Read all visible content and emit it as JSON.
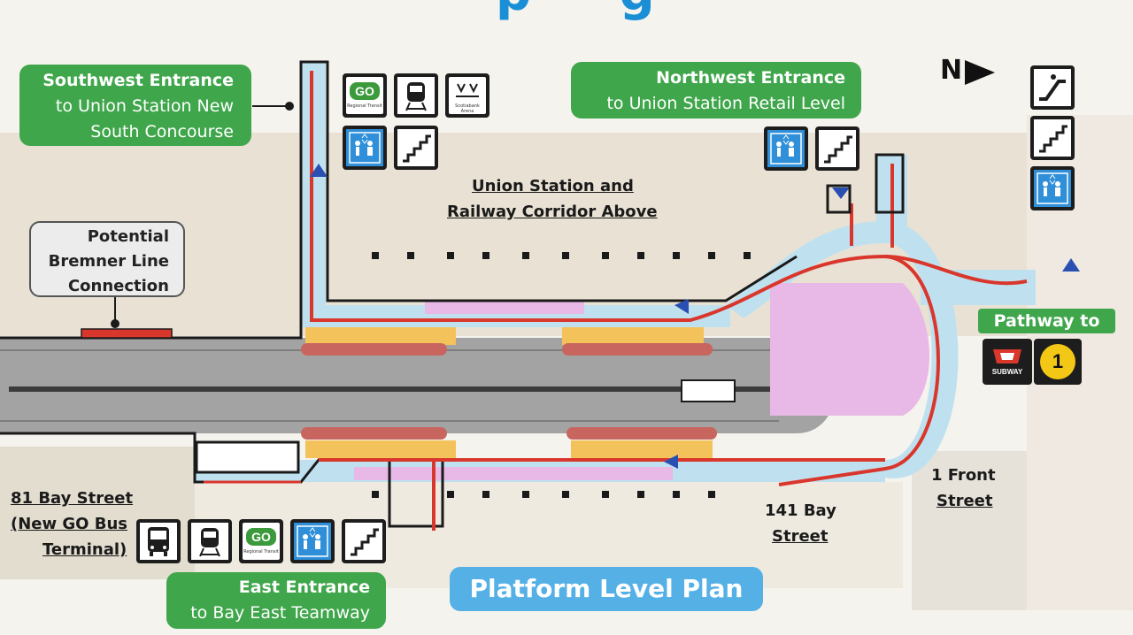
{
  "title_partial": "p  g",
  "callouts": {
    "southwest": {
      "line1": "Southwest Entrance",
      "line2": "to Union Station New",
      "line3": "South Concourse"
    },
    "northwest": {
      "line1": "Northwest Entrance",
      "line2": "to Union Station Retail Level"
    },
    "east": {
      "line1": "East Entrance",
      "line2": "to Bay East Teamway"
    },
    "pathway": {
      "line1": "Pathway to"
    },
    "platform_plan": {
      "line1": "Platform Level Plan"
    }
  },
  "bremner": {
    "line1": "Potential",
    "line2": "Bremner Line",
    "line3": "Connection"
  },
  "labels": {
    "union_station_1": "Union Station and",
    "union_station_2": "Railway Corridor Above",
    "bay81_1": "81 Bay Street",
    "bay81_2": "(New GO Bus",
    "bay81_3": "Terminal)",
    "bay141_1": "141 Bay",
    "bay141_2": "Street",
    "front1_1": "1 Front",
    "front1_2": "Street"
  },
  "north_arrow": {
    "letter": "N"
  },
  "icons": {
    "go_label": "GO",
    "go_caption": "Regional Transit",
    "scotiabank_caption": "Scotiabank Arena",
    "subway_label": "SUBWAY",
    "line_number": "1"
  },
  "colors": {
    "green": "#3fa64b",
    "blue_callout": "#55b0e6",
    "red_route": "#d9362c",
    "concourse_blue": "#bfe1ef",
    "platform_orange": "#f3c25a",
    "retail_pink": "#e8b8e6",
    "track_gray": "#9c9c9c",
    "ttc_yellow": "#f3c716"
  }
}
